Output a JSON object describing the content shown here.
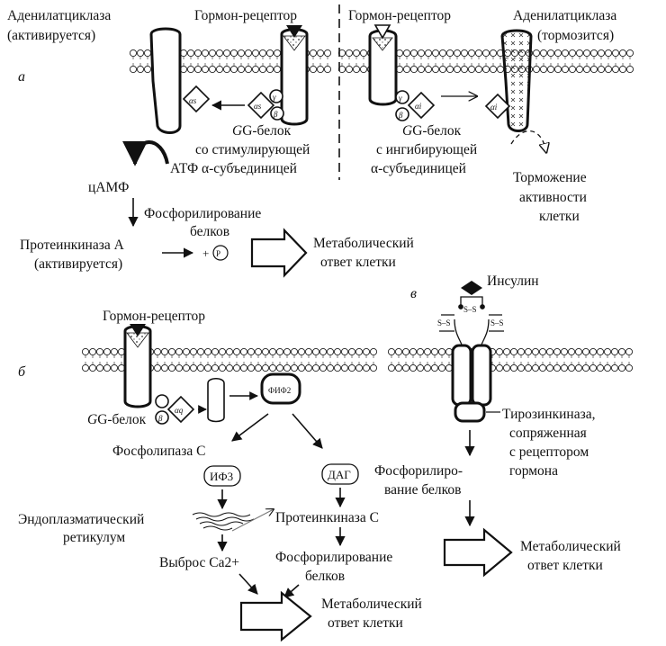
{
  "panel_a": {
    "marker": "а",
    "adenylate_cyclase_left": [
      "Аденилатциклаза",
      "(активируется)"
    ],
    "receptor_left": "Гормон-рецептор",
    "receptor_right": "Гормон-рецептор",
    "adenylate_cyclase_right": [
      "Аденилатциклаза",
      "(тормозится)"
    ],
    "alpha_s": "αs",
    "alpha_i": "αi",
    "gamma": "γ",
    "beta": "β",
    "g_protein_stim": [
      "G-белок",
      "со стимулирующей",
      "α-субъединицей"
    ],
    "g_protein_inhib": [
      "G-белок",
      "с ингибирующей",
      "α-субъединицей"
    ],
    "atp": "АТФ",
    "camp": "цАМФ",
    "inhibition": [
      "Торможение",
      "активности",
      "клетки"
    ],
    "phosphorylation": [
      "Фосфорилирование",
      "белков"
    ],
    "protein_kinase_a": [
      "Протеинкиназа А",
      "(активируется)"
    ],
    "plus_p": "+",
    "p_symbol": "Р",
    "response": [
      "Метаболический",
      "ответ клетки"
    ]
  },
  "panel_b": {
    "marker": "б",
    "receptor": "Гормон-рецептор",
    "g_protein": "G-белок",
    "alpha_q": "αq",
    "beta": "β",
    "pip2": "ФИФ2",
    "phospholipase_c": "Фосфолипаза С",
    "ip3": "ИФ3",
    "dag": "ДАГ",
    "er": [
      "Эндоплазматический",
      "ретикулум"
    ],
    "protein_kinase_c": "Протеинкиназа С",
    "calcium_release": "Выброс Ca2+",
    "phosphorylation": [
      "Фосфорилирование",
      "белков"
    ],
    "response": [
      "Метаболический",
      "ответ клетки"
    ]
  },
  "panel_c": {
    "marker": "в",
    "insulin": "Инсулин",
    "disulfide": "S–S",
    "tyrosine_kinase": [
      "Тирозинкиназа,",
      "сопряженная",
      "с рецептором",
      "гормона"
    ],
    "phosphorylation": [
      "Фосфорилиро-",
      "вание белков"
    ],
    "response": [
      "Метаболический",
      "ответ клетки"
    ]
  }
}
